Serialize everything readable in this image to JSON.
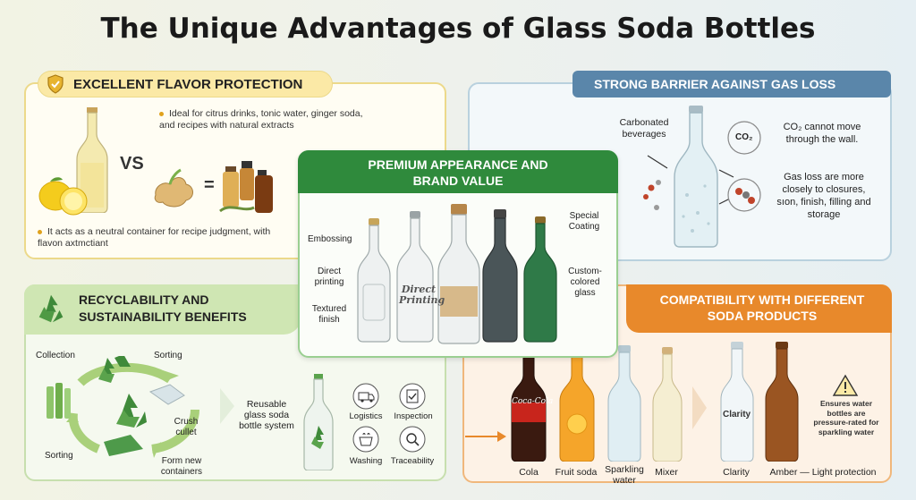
{
  "title": "The Unique Advantages of Glass Soda Bottles",
  "flavor": {
    "header": "EXCELLENT FLAVOR PROTECTION",
    "bullet1": "Ideal for citrus drinks, tonic water, ginger soda, and recipes with natural extracts",
    "vs": "VS",
    "equals": "=",
    "bullet2": "It acts as a neutral container for recipe judgment, with flavon axtmctiant"
  },
  "gas": {
    "header": "STRONG BARRIER AGAINST GAS LOSS",
    "carbonated": "Carbonated beverages",
    "co2_badge": "CO₂",
    "co2_text": "CO₂ cannot move through the wall.",
    "loss_text": "Gas loss are more closely to closures, sıon, finish, filling and storage"
  },
  "premium": {
    "header": "PREMIUM APPEARANCE AND BRAND VALUE",
    "embossing": "Embossing",
    "direct": "Direct printing",
    "textured": "Textured finish",
    "special": "Special Coating",
    "custom": "Custom-colored glass",
    "bottle_print": "Direct Printing"
  },
  "recycle": {
    "header": "RECYCLABILITY AND SUSTAINABILITY BENEFITS",
    "collection": "Collection",
    "sorting_top": "Sorting",
    "crush": "Crush cullet",
    "form": "Form new containers",
    "sorting_bottom": "Sorting",
    "reusable": "Reusable glass soda bottle system",
    "logistics": "Logistics",
    "inspection": "Inspection",
    "washing": "Washing",
    "traceability": "Traceability"
  },
  "compat": {
    "header": "COMPATIBILITY WITH DIFFERENT SODA PRODUCTS",
    "cola": "Cola",
    "fruit": "Fruit soda",
    "sparkling": "Sparkling water",
    "mixer": "Mixer",
    "clarity_label": "Clarity",
    "clarity_tag": "Clarity",
    "amber": "Amber — Light protection",
    "warning": "Ensures water bottles are pressure-rated for sparkling water",
    "coca_label": "Coca-Cola"
  },
  "colors": {
    "flavor_border": "#ecd98a",
    "gas_header": "#5a86aa",
    "premium_header": "#2f8a3c",
    "recycle_header": "#8cc163",
    "compat_header": "#e8892b"
  }
}
